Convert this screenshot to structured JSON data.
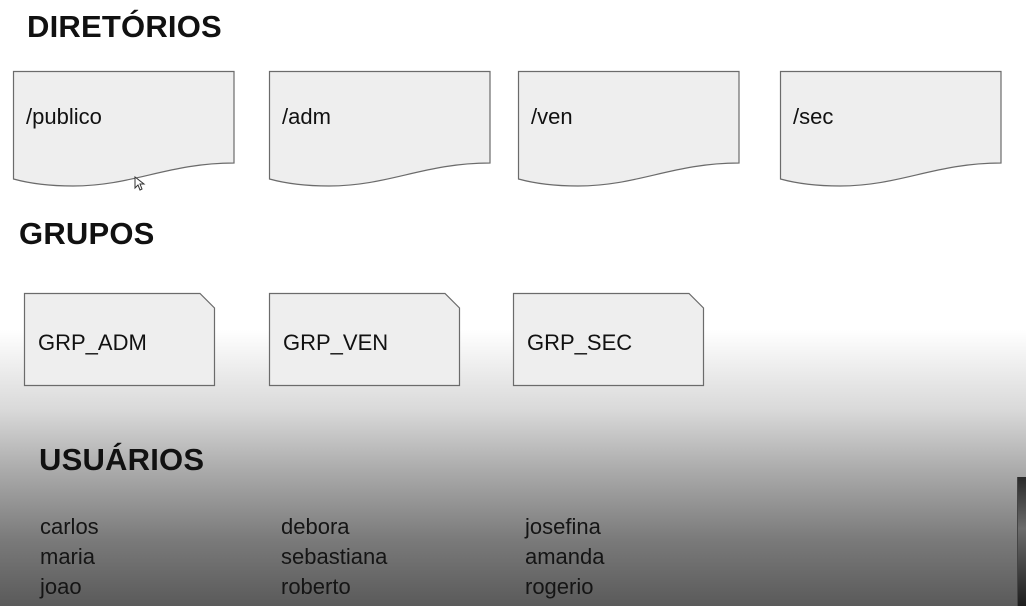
{
  "headings": {
    "directories": "DIRETÓRIOS",
    "groups": "GRUPOS",
    "users": "USUÁRIOS"
  },
  "directories": [
    "/publico",
    "/adm",
    "/ven",
    "/sec"
  ],
  "groups": [
    "GRP_ADM",
    "GRP_VEN",
    "GRP_SEC"
  ],
  "users": [
    [
      "carlos",
      "maria",
      "joao"
    ],
    [
      "debora",
      "sebastiana",
      "roberto"
    ],
    [
      "josefina",
      "amanda",
      "rogerio"
    ]
  ],
  "colors": {
    "shape_fill": "#eeeeee",
    "shape_stroke": "#6b6b6b"
  }
}
